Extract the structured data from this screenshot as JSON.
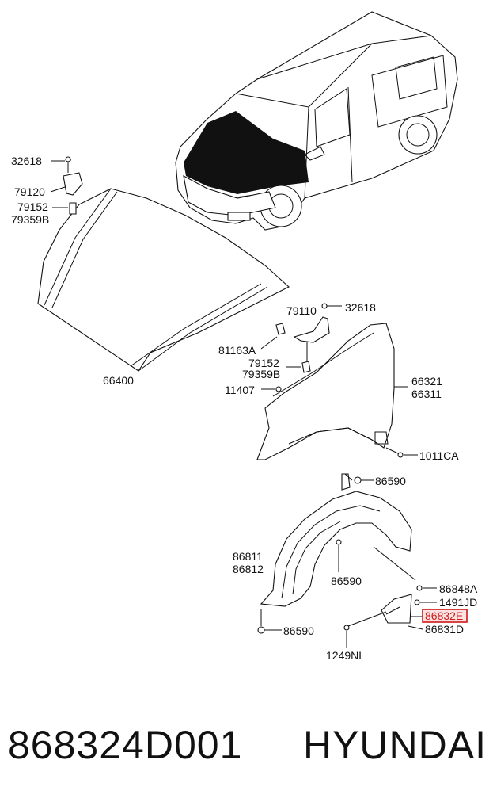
{
  "parts": {
    "hood_hinge_bolt_left": "32618",
    "hood_hinge_left": "79120",
    "hinge_bolt_left_a": "79152",
    "hinge_bolt_left_b": "79359B",
    "hood": "66400",
    "hood_hinge_right": "79110",
    "hood_hinge_bolt_right": "32618",
    "stopper": "81163A",
    "hinge_bolt_right_a": "79152",
    "hinge_bolt_right_b": "79359B",
    "fender_bolt": "11407",
    "fender_a": "66321",
    "fender_b": "66311",
    "fender_lower_bolt": "1011CA",
    "guard_clip_top": "86590",
    "wheel_guard_a": "86811",
    "wheel_guard_b": "86812",
    "guard_clip_mid": "86590",
    "guard_clip_bottom": "86590",
    "mudguard_screw": "86848A",
    "mudguard_nut": "1491JD",
    "mudguard_highlighted": "86832E",
    "mudguard": "86831D",
    "mudguard_bolt": "1249NL"
  },
  "caption": {
    "part_number": "868324D001",
    "brand": "HYUNDAI"
  },
  "colors": {
    "highlight": "#d01818"
  }
}
